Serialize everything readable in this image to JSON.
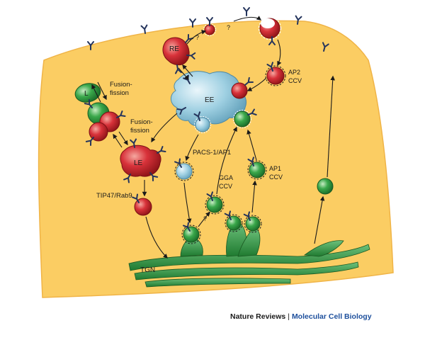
{
  "labels": {
    "re": "RE",
    "ee": "EE",
    "le": "LE",
    "l": "L",
    "tgn": "TGN",
    "fusion1_a": "Fusion-",
    "fusion1_b": "fission",
    "fusion2_a": "Fusion-",
    "fusion2_b": "fission",
    "ap2_a": "AP2",
    "ap2_b": "CCV",
    "pacs": "PACS-1/AP1",
    "gga_a": "GGA",
    "gga_b": "CCV",
    "ap1_a": "AP1",
    "ap1_b": "CCV",
    "tip47": "TIP47/Rab9",
    "q1": "?",
    "q2": "?",
    "q3": "?"
  },
  "footer": {
    "journal": "Nature Reviews",
    "separator": "|",
    "subtitle": "Molecular Cell Biology"
  },
  "colors": {
    "cell": "#fbcd63",
    "cell_edge": "#f0b447",
    "red": "#c8232c",
    "green": "#2d9a3f",
    "blue": "#8fc8dc",
    "receptor": "#24345c"
  }
}
